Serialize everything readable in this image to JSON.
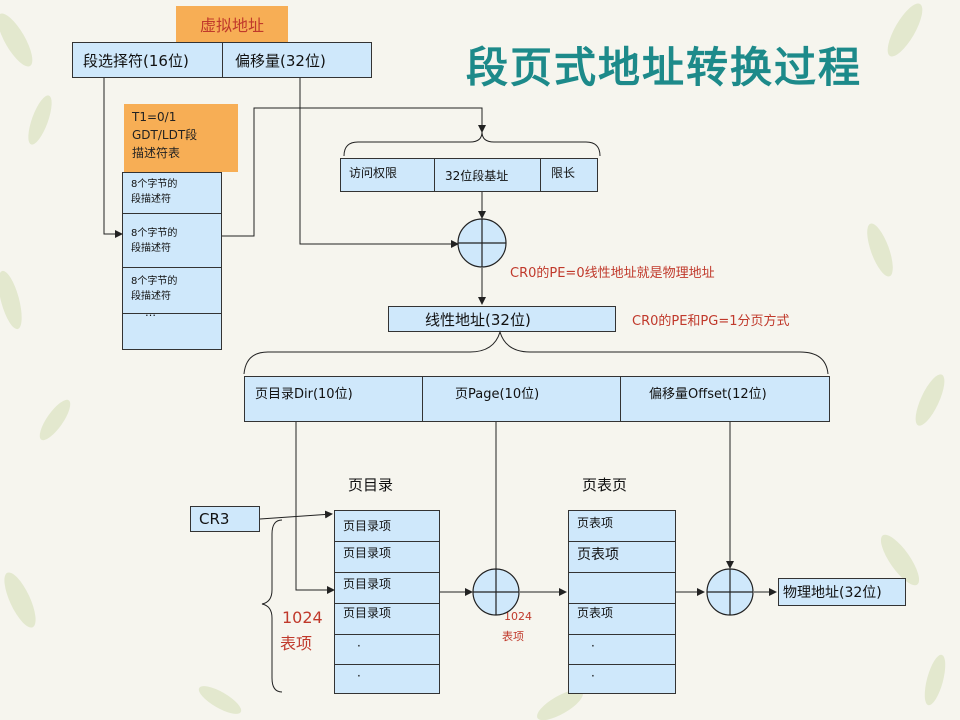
{
  "title": "段页式地址转换过程",
  "virtual_address_label": "虚拟地址",
  "selector_box": {
    "selector": "段选择符(16位)",
    "offset": "偏移量(32位)"
  },
  "ti_note": {
    "line1": "T1=0/1",
    "line2": "GDT/LDT段",
    "line3": "描述符表"
  },
  "descriptor_table": {
    "rows": [
      {
        "line1": "8个字节的",
        "line2": "段描述符"
      },
      {
        "line1": "8个字节的",
        "line2": "段描述符"
      },
      {
        "line1": "8个字节的",
        "line2": "段描述符"
      }
    ],
    "ellipsis": "…"
  },
  "descriptor_fields": {
    "access": "访问权限",
    "base": "32位段基址",
    "limit": "限长"
  },
  "notes": {
    "pe0": "CR0的PE=0线性地址就是物理地址",
    "pe1pg1": "CR0的PE和PG=1分页方式"
  },
  "linear_address": "线性地址(32位)",
  "linear_fields": {
    "dir": "页目录Dir(10位)",
    "page": "页Page(10位)",
    "offset": "偏移量Offset(12位)"
  },
  "page_directory": {
    "heading": "页目录",
    "rows": [
      "页目录项",
      "页目录项",
      "页目录项",
      "页目录项",
      "·",
      "·"
    ]
  },
  "page_table": {
    "heading": "页表页",
    "rows": [
      "页表项",
      "页表项",
      "",
      "页表项",
      "·",
      "·"
    ]
  },
  "cr3_label": "CR3",
  "entries_left": {
    "count": "1024",
    "unit": "表项"
  },
  "entries_mid": {
    "count": "1024",
    "unit": "表项"
  },
  "physical_address": "物理地址(32位)",
  "colors": {
    "box_fill": "#cfe8fb",
    "orange": "#f7ae55",
    "title": "#1d8a8a",
    "red_text": "#c0392b"
  }
}
